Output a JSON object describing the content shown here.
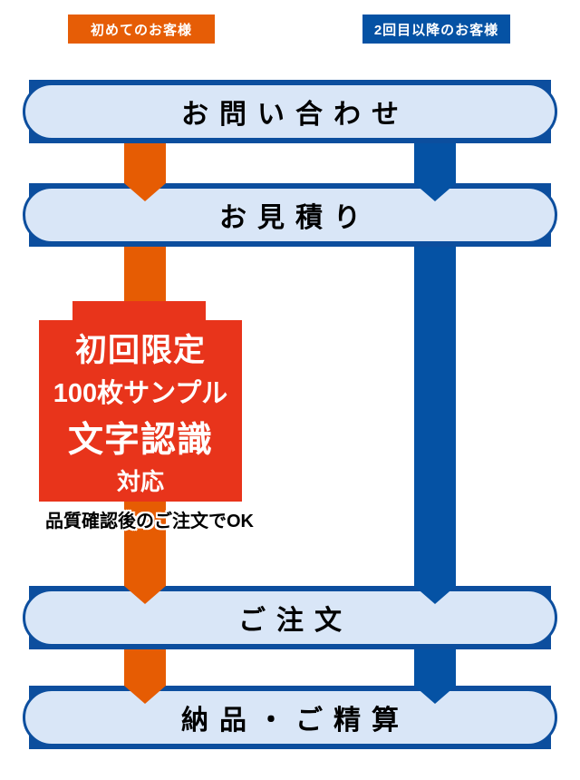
{
  "top_labels": {
    "first_time": "初めてのお客様",
    "repeat": "2回目以降のお客様"
  },
  "steps": [
    {
      "label": "お問い合わせ"
    },
    {
      "label": "お見積り"
    },
    {
      "label": "ご注文"
    },
    {
      "label": "納品・ご精算"
    }
  ],
  "badge": {
    "line1": "初回限定",
    "line2": "100枚サンプル",
    "line3": "文字認識",
    "line4": "対応"
  },
  "caption": "品質確認後のご注文でOK",
  "colors": {
    "orange_path": "#E65C03",
    "blue_path": "#0552A4",
    "badge_red": "#E8341B",
    "bar_border": "#0C4E9E",
    "bar_fill": "#D9E6F7",
    "background": "#FFFFFF"
  }
}
